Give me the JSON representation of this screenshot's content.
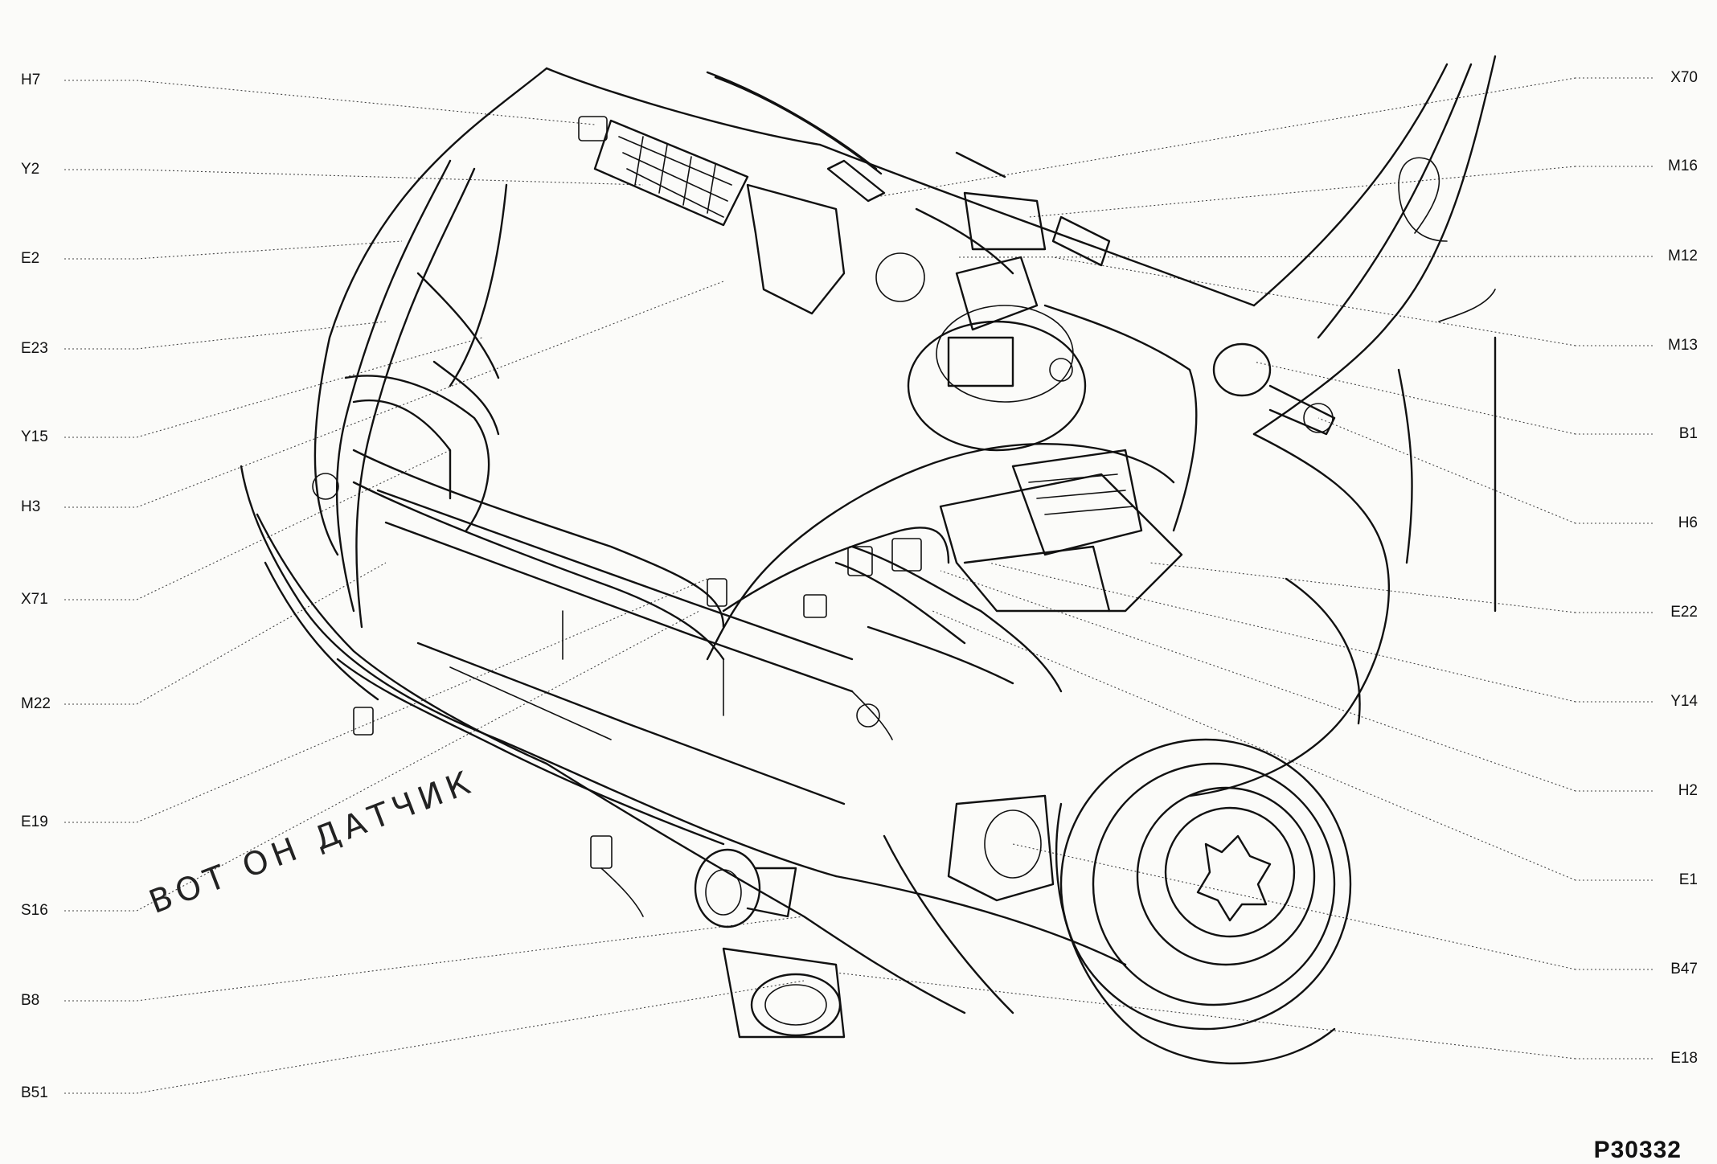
{
  "diagram_code": "P30332",
  "handwritten_note": "ВОТ ОН ДАТЧИК",
  "labels_left": [
    "H7",
    "Y2",
    "E2",
    "E23",
    "Y15",
    "H3",
    "X71",
    "M22",
    "E19",
    "S16",
    "B8",
    "B51"
  ],
  "labels_right": [
    "X70",
    "M16",
    "M12",
    "M13",
    "B1",
    "H6",
    "E22",
    "Y14",
    "H2",
    "E1",
    "B47",
    "E18"
  ]
}
